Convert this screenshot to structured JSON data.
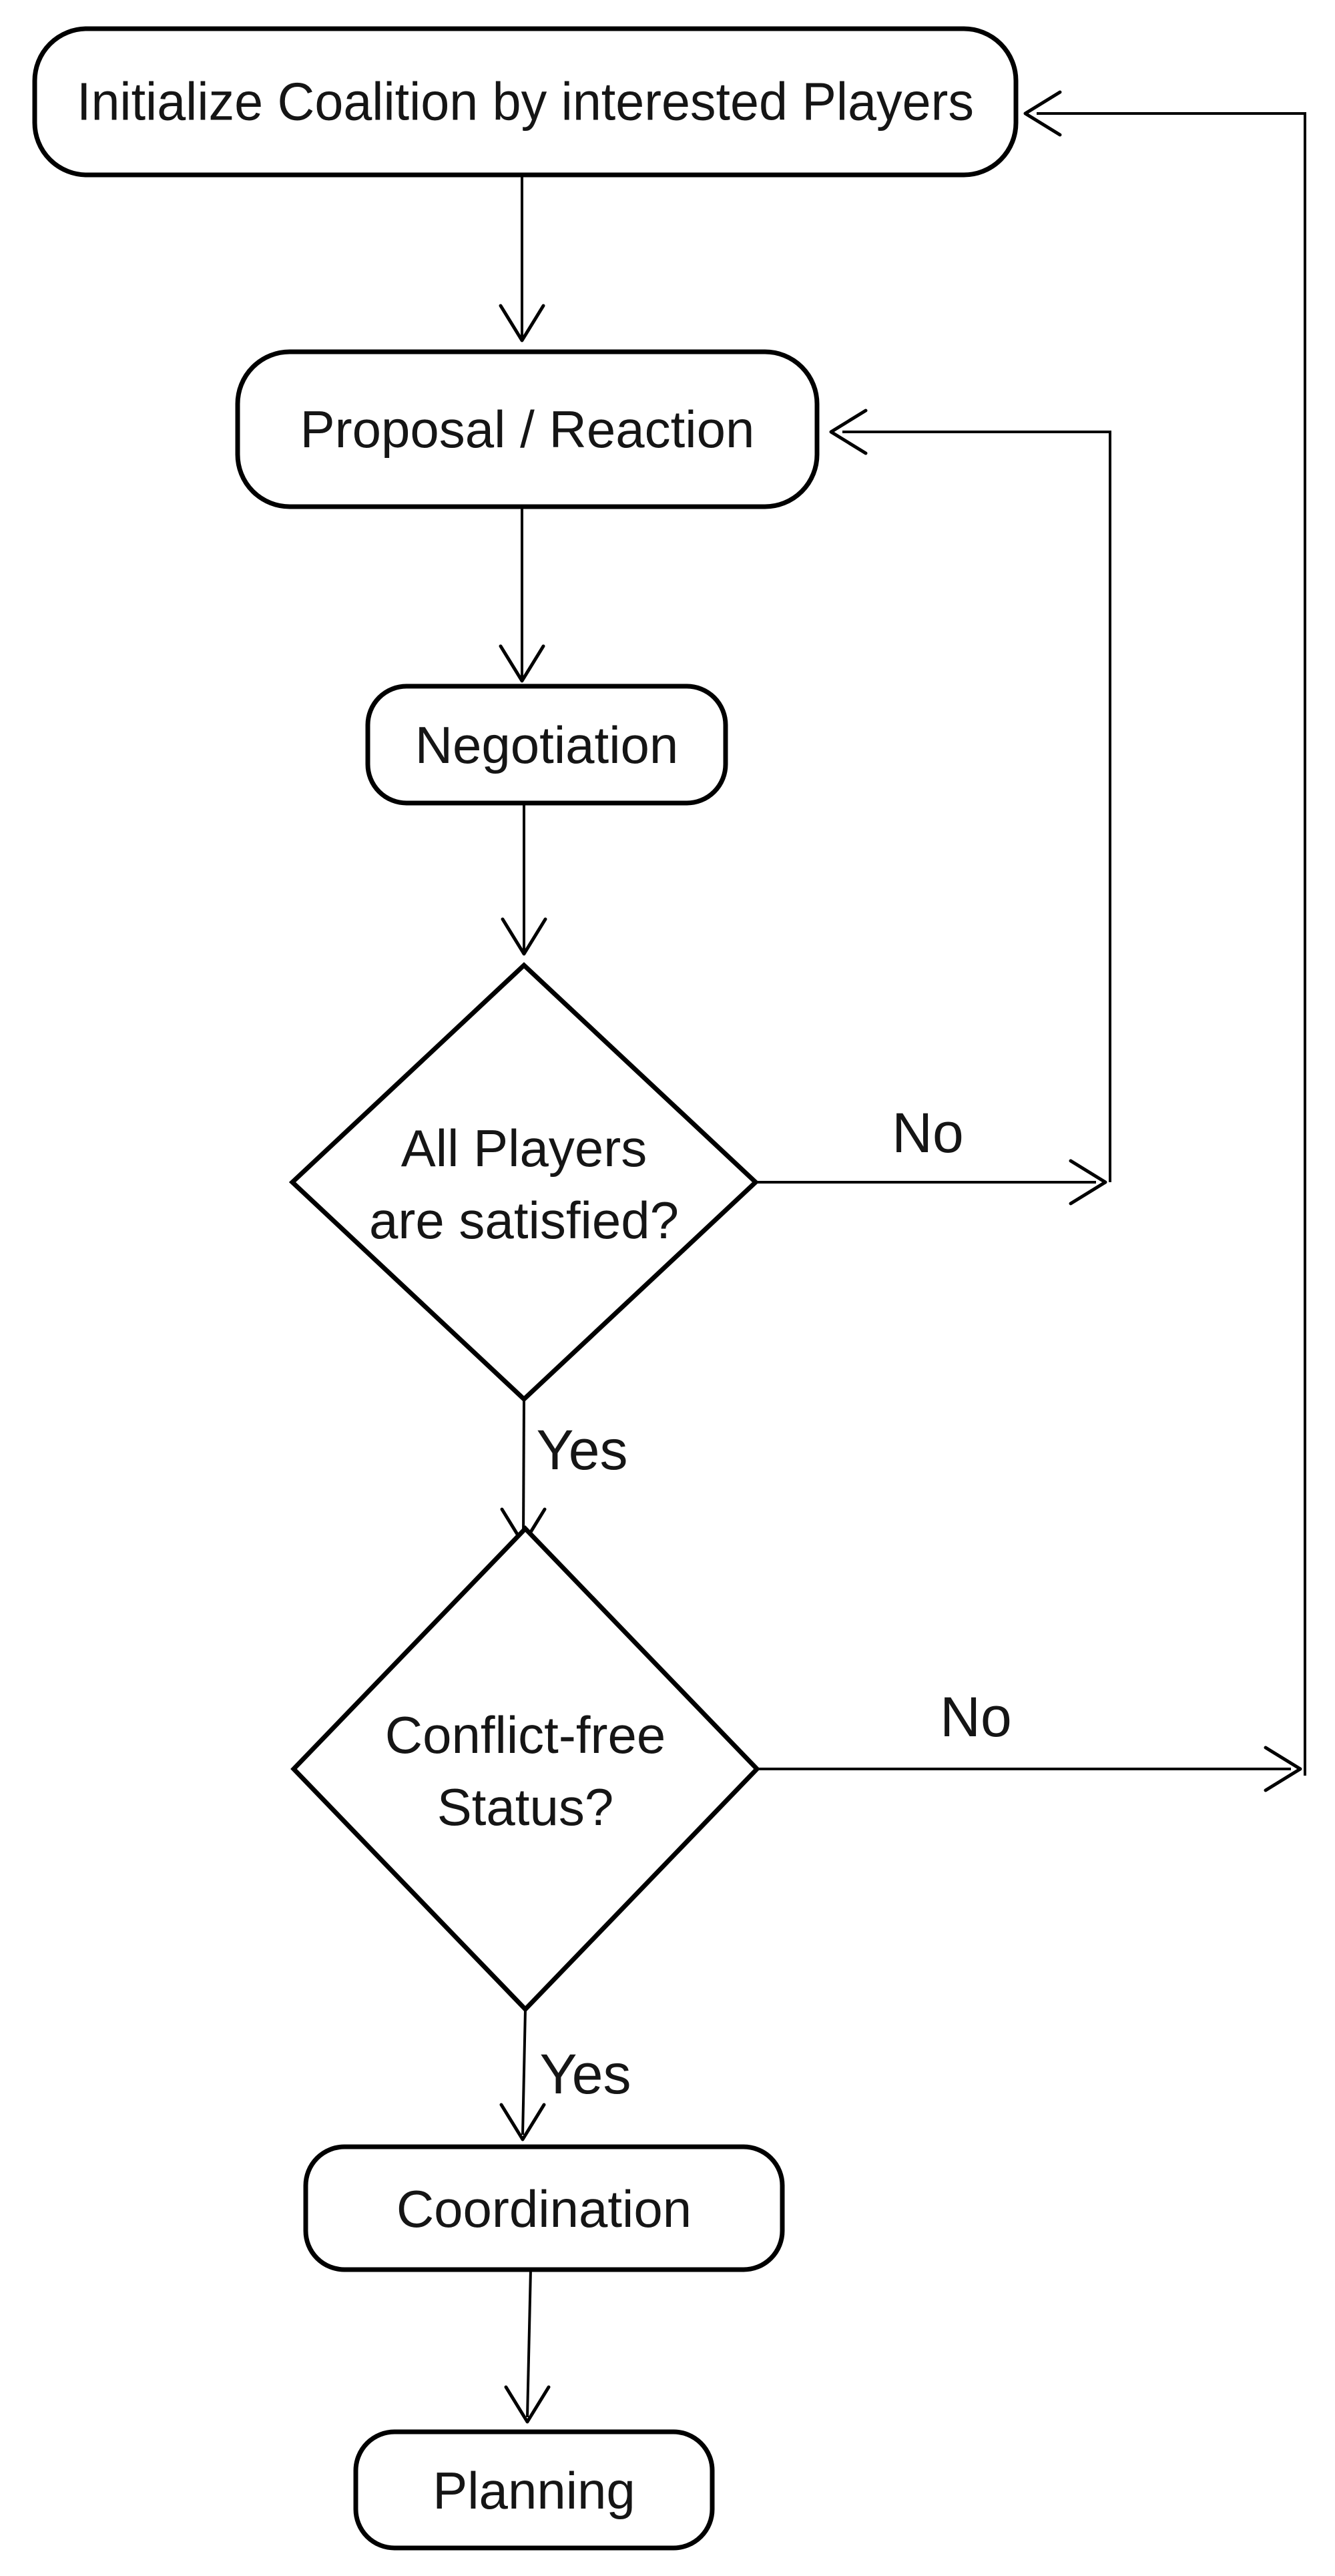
{
  "flowchart": {
    "nodes": {
      "initialize": {
        "label": "Initialize Coalition by interested Players"
      },
      "proposal": {
        "label": "Proposal / Reaction"
      },
      "negotiation": {
        "label": "Negotiation"
      },
      "decision_all_players": {
        "line1": "All Players",
        "line2": "are satisfied?"
      },
      "decision_conflict_free": {
        "line1": "Conflict-free",
        "line2": "Status?"
      },
      "coordination": {
        "label": "Coordination"
      },
      "planning": {
        "label": "Planning"
      }
    },
    "edges": {
      "all_players_no": {
        "label": "No"
      },
      "all_players_yes": {
        "label": "Yes"
      },
      "conflict_free_no": {
        "label": "No"
      },
      "conflict_free_yes": {
        "label": "Yes"
      }
    },
    "colors": {
      "stroke": "#000000",
      "text": "#151515",
      "background": "#ffffff"
    }
  }
}
